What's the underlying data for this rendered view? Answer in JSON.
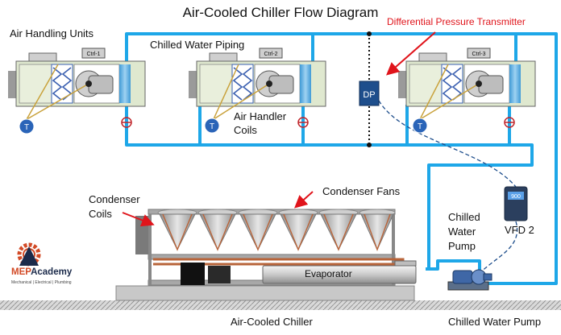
{
  "title": "Air-Cooled Chiller Flow Diagram",
  "labels": {
    "air_handling_units": "Air Handling Units",
    "chilled_water_piping": "Chilled Water Piping",
    "differential_pressure_transmitter": "Differential Pressure Transmitter",
    "air_handler_coils_line1": "Air Handler",
    "air_handler_coils_line2": "Coils",
    "condenser_coils_line1": "Condenser",
    "condenser_coils_line2": "Coils",
    "condenser_fans": "Condenser Fans",
    "chilled_water_pump_line1": "Chilled",
    "chilled_water_pump_line2": "Water",
    "chilled_water_pump_line3": "Pump",
    "vfd": "VFD 2",
    "evaporator": "Evaporator",
    "footer_chiller": "Air-Cooled Chiller",
    "footer_pump": "Chilled Water Pump"
  },
  "ahus": [
    {
      "controller": "Ctrl-1",
      "sensor": "T"
    },
    {
      "controller": "Ctrl-2",
      "sensor": "T"
    },
    {
      "controller": "Ctrl-3",
      "sensor": "T"
    }
  ],
  "dp_box": "DP",
  "vfd_display": "900",
  "logo": {
    "word_red": "MEP",
    "word_dark": "Academy",
    "tagline": "Mechanical | Electrical | Plumbing"
  },
  "colors": {
    "pipe": "#1ea7e8",
    "arrow": "#e0141b",
    "dp": "#1e4e8c",
    "coil": "#b8643a",
    "fan": "#b9b9b9",
    "ahu_body": "#dfe8cf"
  }
}
